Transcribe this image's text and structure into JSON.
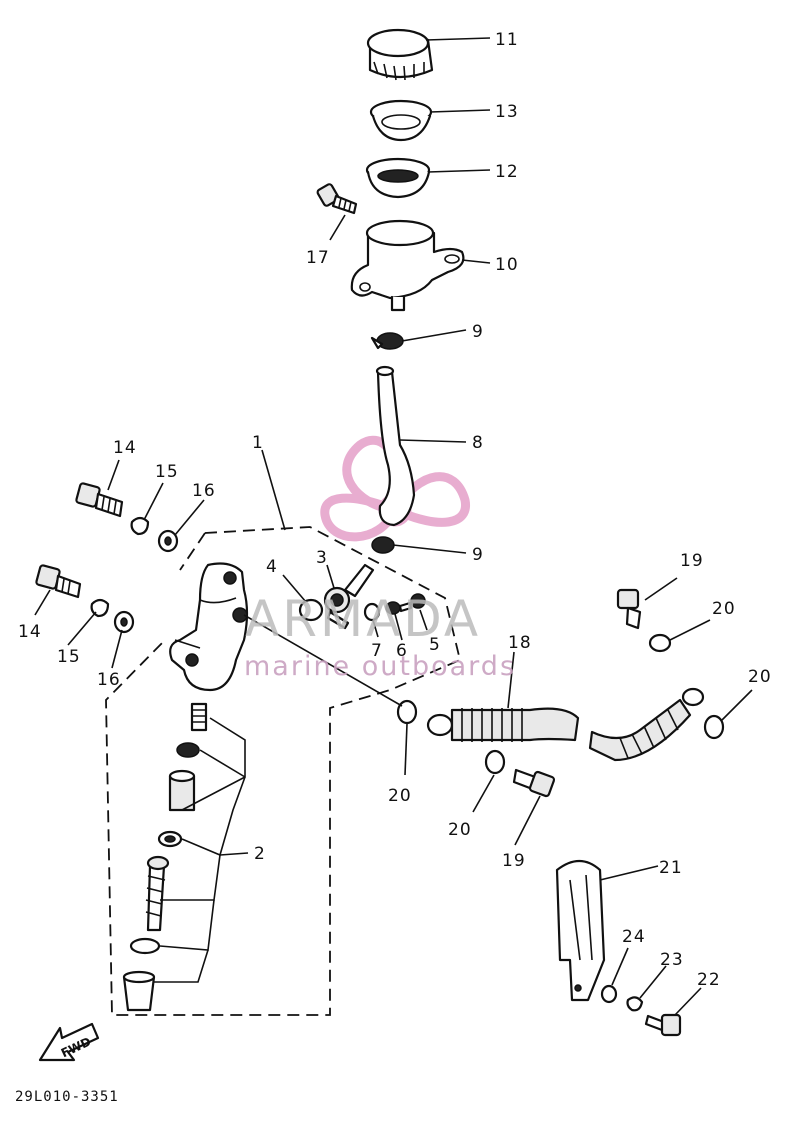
{
  "diagram": {
    "drawing_code": "29L010-3351",
    "fwd_label": "FWD",
    "watermark": {
      "brand": "ARMADA",
      "tagline": "marine outboards",
      "logo_color": "#e6a5cc"
    },
    "callouts": {
      "n1": "1",
      "n2": "2",
      "n3": "3",
      "n4": "4",
      "n5": "5",
      "n6": "6",
      "n7": "7",
      "n8": "8",
      "n9a": "9",
      "n9b": "9",
      "n10": "10",
      "n11": "11",
      "n12": "12",
      "n13": "13",
      "n14a": "14",
      "n14b": "14",
      "n15a": "15",
      "n15b": "15",
      "n16a": "16",
      "n16b": "16",
      "n17": "17",
      "n18": "18",
      "n19a": "19",
      "n19b": "19",
      "n20a": "20",
      "n20b": "20",
      "n20c": "20",
      "n20d": "20",
      "n21": "21",
      "n22": "22",
      "n23": "23",
      "n24": "24"
    }
  }
}
